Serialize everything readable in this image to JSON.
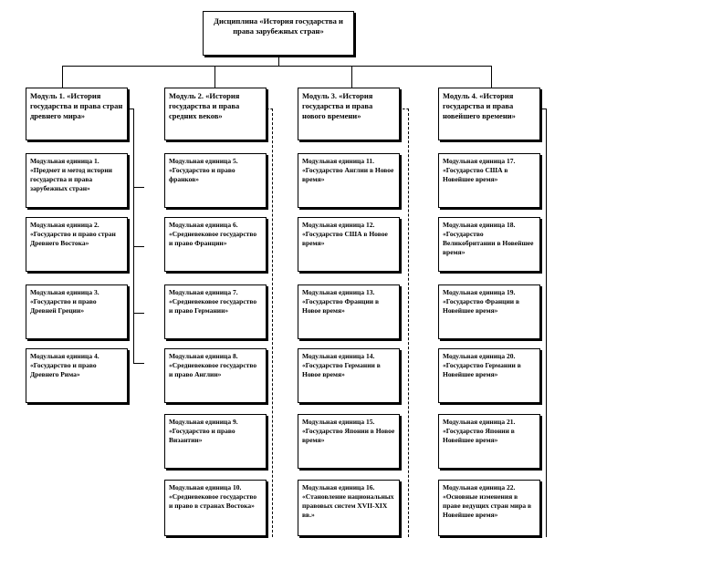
{
  "diagram": {
    "root": {
      "text": "Дисциплина «История государства и права зарубежных стран»"
    },
    "modules": [
      {
        "title": "Модуль 1. «История государства и права стран древнего мира»",
        "units": [
          "Модульная единица 1. «Предмет и метод истории государства и права зарубежных стран»",
          "Модульная единица 2. «Государство и право стран Древнего Востока»",
          "Модульная единица 3. «Государство и право Древней Греции»",
          "Модульная единица 4. «Государство и право Древнего Рима»"
        ]
      },
      {
        "title": "Модуль 2. «История государства и права средних веков»",
        "units": [
          "Модульная единица 5. «Государство и право франков»",
          "Модульная единица 6. «Средневековое государство и право Франции»",
          "Модульная единица 7. «Средневековое государство и право Германии»",
          "Модульная единица 8. «Средневековое государство и право Англии»",
          "Модульная единица 9. «Государство и право Византии»",
          "Модульная единица 10. «Средневековое государство и право в странах Востока»"
        ]
      },
      {
        "title": "Модуль 3. «История государства и права нового времени»",
        "units": [
          "Модульная единица 11. «Государство Англии в Новое время»",
          "Модульная единица 12. «Государство США в Новое время»",
          "Модульная единица 13. «Государство Франции в Новое время»",
          "Модульная единица 14. «Государство Германии в Новое время»",
          "Модульная единица 15. «Государство Японии в Новое время»",
          "Модульная единица 16. «Становление национальных правовых систем XVII-XIX вв.»"
        ]
      },
      {
        "title": "Модуль 4. «История государства и права новейшего времени»",
        "units": [
          "Модульная единица 17. «Государство США в Новейшее время»",
          "Модульная единица 18. «Государство Великобритании в Новейшее время»",
          "Модульная единица 19. «Государство Франции в Новейшее время»",
          "Модульная единица 20. «Государство Германии в Новейшее время»",
          "Модульная единица 21. «Государство Японии в Новейшее время»",
          "Модульная единица 22. «Основные изменения в праве ведущих стран мира в Новейшее время»"
        ]
      }
    ]
  }
}
